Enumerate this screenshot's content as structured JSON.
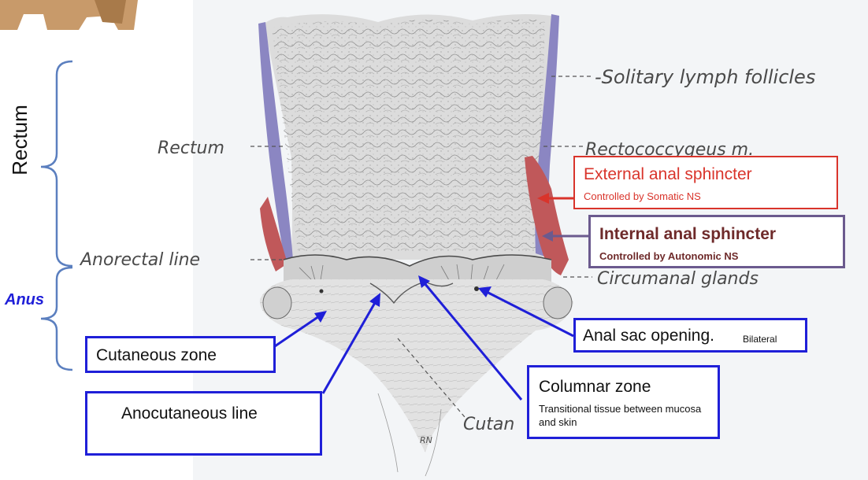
{
  "labels": {
    "solitary": "-Solitary lymph follicles",
    "rectum_left": "Rectum",
    "rectococcygeus": "Rectococcygeus m.",
    "anorectal": "Anorectal line",
    "circumanal": "Circumanal glands",
    "cutaneous_partial": "Cutan",
    "signature": "RN"
  },
  "side_labels": {
    "rectum": "Rectum",
    "anus": "Anus"
  },
  "callouts": {
    "external": {
      "title": "External anal sphincter",
      "sub": "Controlled by Somatic NS"
    },
    "internal": {
      "title": "Internal anal sphincter",
      "sub": "Controlled by Autonomic NS"
    },
    "anal_sac": {
      "title": "Anal sac opening.",
      "sub": "Bilateral"
    },
    "cutaneous": {
      "title": "Cutaneous zone"
    },
    "anocutaneous": {
      "title": "Anocutaneous line"
    },
    "columnar": {
      "title": "Columnar zone",
      "sub": "Transitional tissue  between mucosa and skin"
    }
  },
  "colors": {
    "blue_box": "#1f1fd8",
    "red_box": "#d9342b",
    "purple_box": "#6b5a8e",
    "bracket": "#5b7fbf",
    "muscle_red": "#c0585a",
    "muscle_purple": "#8b86c2"
  }
}
